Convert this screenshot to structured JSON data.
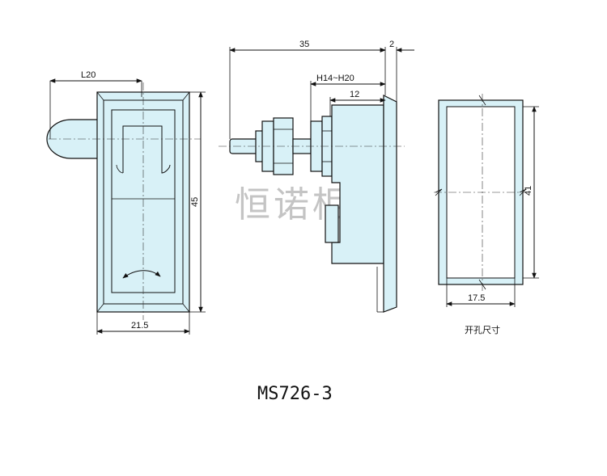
{
  "drawing": {
    "model_label": "MS726-3",
    "watermark": "恒诺柜锁",
    "cutout_caption": "开孔尺寸",
    "body_color": "#d8f1f7",
    "line_color": "#111111",
    "dimensions": {
      "front_lever_offset": "L20",
      "front_height": "45",
      "front_width": "21.5",
      "side_total_length": "35",
      "side_plate_thickness": "2",
      "side_grip_range": "H14~H20",
      "side_body_depth": "12",
      "cutout_height": "41",
      "cutout_width": "17.5"
    }
  }
}
